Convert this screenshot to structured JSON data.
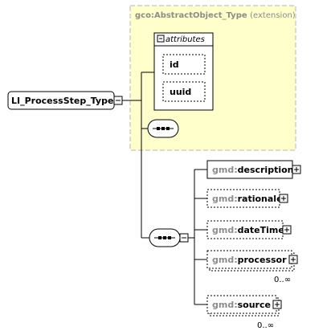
{
  "extension": {
    "title_type": "gco:AbstractObject_Type",
    "title_kind": "(extension)"
  },
  "attributes": {
    "label": "attributes",
    "items": [
      "id",
      "uuid"
    ]
  },
  "root": {
    "label": "LI_ProcessStep_Type"
  },
  "elements": [
    {
      "prefix": "gmd:",
      "name": "description",
      "optional": false,
      "cardinality": ""
    },
    {
      "prefix": "gmd:",
      "name": "rationale",
      "optional": true,
      "cardinality": ""
    },
    {
      "prefix": "gmd:",
      "name": "dateTime",
      "optional": true,
      "cardinality": ""
    },
    {
      "prefix": "gmd:",
      "name": "processor",
      "optional": true,
      "cardinality": "0..∞"
    },
    {
      "prefix": "gmd:",
      "name": "source",
      "optional": true,
      "cardinality": "0..∞"
    }
  ],
  "colors": {
    "extension_fill": "#ffffcc",
    "extension_border": "#b4b4b4",
    "line": "#000000",
    "prefix_gray": "#8c8c8c"
  }
}
